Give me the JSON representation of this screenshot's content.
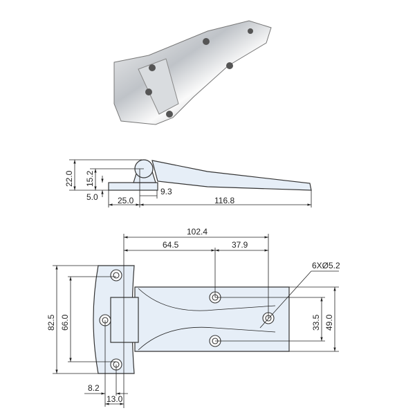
{
  "side_view": {
    "dims": {
      "height_total": "22.0",
      "pin_height": "15.2",
      "plate_thickness": "5.0",
      "offset": "9.3",
      "base_length": "25.0",
      "leaf_length": "116.8"
    }
  },
  "top_view": {
    "dims": {
      "overall": "102.4",
      "hole_spacing_a": "64.5",
      "hole_spacing_b": "37.9",
      "plate_height": "82.5",
      "plate_hole_spacing": "66.0",
      "leaf_hole_spacing": "33.5",
      "leaf_width": "49.0",
      "hole_callout": "6XØ5.2",
      "edge_offset": "8.2",
      "plate_offset": "13.0"
    }
  },
  "colors": {
    "part_fill": "#e6eef7",
    "line": "#222222"
  }
}
